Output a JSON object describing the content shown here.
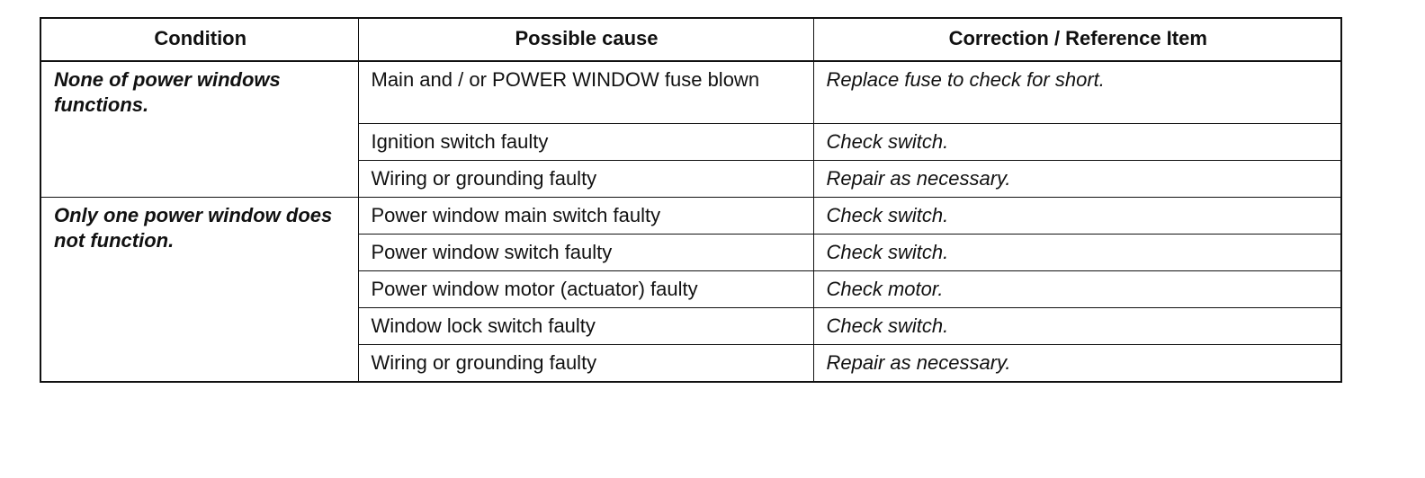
{
  "table": {
    "headers": [
      "Condition",
      "Possible cause",
      "Correction / Reference Item"
    ],
    "groups": [
      {
        "condition": "None of power windows functions.",
        "rows": [
          {
            "cause": "Main and / or POWER WINDOW fuse blown",
            "correction": "Replace fuse to check for short."
          },
          {
            "cause": "Ignition switch faulty",
            "correction": "Check switch."
          },
          {
            "cause": "Wiring or grounding faulty",
            "correction": "Repair as necessary."
          }
        ]
      },
      {
        "condition": "Only one power window does not function.",
        "rows": [
          {
            "cause": "Power window main switch faulty",
            "correction": "Check switch."
          },
          {
            "cause": "Power window switch faulty",
            "correction": "Check switch."
          },
          {
            "cause": "Power window motor (actuator) faulty",
            "correction": "Check motor."
          },
          {
            "cause": "Window lock switch faulty",
            "correction": "Check switch."
          },
          {
            "cause": "Wiring or grounding faulty",
            "correction": "Repair as necessary."
          }
        ]
      }
    ]
  }
}
